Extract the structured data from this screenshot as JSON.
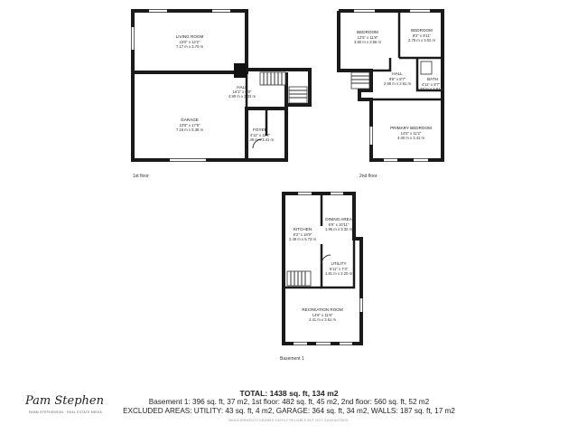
{
  "floors": {
    "first": {
      "label": "1st floor",
      "rooms": [
        {
          "name": "LIVING ROOM",
          "dims_imperial": "23'0\" x 12'2\"",
          "dims_metric": "7.17 m x 3.70 m"
        },
        {
          "name": "HALL",
          "dims_imperial": "16'1\" x 6'8\"",
          "dims_metric": "4.90 m x 2.03 m"
        },
        {
          "name": "GARAGE",
          "dims_imperial": "23'6\" x 17'8\"",
          "dims_metric": "7.16 m x 5.38 m"
        },
        {
          "name": "FOYER",
          "dims_imperial": "4'11\" x 11'2\"",
          "dims_metric": "1.49 m x 3.41 m"
        }
      ]
    },
    "second": {
      "label": "2nd floor",
      "rooms": [
        {
          "name": "BEDROOM",
          "dims_imperial": "12'5\" x 11'8\"",
          "dims_metric": "3.80 m x 3.56 m"
        },
        {
          "name": "BEDROOM",
          "dims_imperial": "9'2\" x 9'11\"",
          "dims_metric": "2.78 m x 3.02 m"
        },
        {
          "name": "HALL",
          "dims_imperial": "9'8\" x 8'7\"",
          "dims_metric": "2.96 m x 2.61 m"
        },
        {
          "name": "BATH",
          "dims_imperial": "4'11\" x 8'7\"",
          "dims_metric": "1.50 m x 2.61 m"
        },
        {
          "name": "PRIMARY BEDROOM",
          "dims_imperial": "14'5\" x 11'2\"",
          "dims_metric": "4.40 m x 3.41 m"
        }
      ]
    },
    "basement": {
      "label": "Basement 1",
      "rooms": [
        {
          "name": "DINING AREA",
          "dims_imperial": "6'5\" x 10'11\"",
          "dims_metric": "1.96 m x 3.32 m"
        },
        {
          "name": "KITCHEN",
          "dims_imperial": "8'2\" x 18'9\"",
          "dims_metric": "2.49 m x 5.73 m"
        },
        {
          "name": "UTILITY",
          "dims_imperial": "5'11\" x 7'3\"",
          "dims_metric": "1.81 m x 2.20 m"
        },
        {
          "name": "RECREATION ROOM",
          "dims_imperial": "14'6\" x 11'6\"",
          "dims_metric": "4.41 m x 3.51 m"
        }
      ]
    }
  },
  "summary": {
    "total": "TOTAL: 1438 sq. ft, 134 m2",
    "breakdown": "Basement 1: 396 sq. ft, 37 m2, 1st floor: 482 sq. ft, 45 m2, 2nd floor: 560 sq. ft, 52 m2",
    "excluded": "EXCLUDED AREAS: UTILITY: 43 sq. ft, 4 m2, GARAGE: 364 sq. ft, 34 m2, WALLS: 187 sq. ft, 17 m2",
    "disclaimer": "MEASUREMENTS DEEMED HIGHLY RELIABLE BUT NOT GUARANTEED."
  },
  "brand": {
    "signature": "Pam Stephen",
    "subline": "PAMM STEPHENSON · REAL ESTATE MEDIA"
  },
  "colors": {
    "wall": "#1a1a1a",
    "text": "#222222"
  }
}
